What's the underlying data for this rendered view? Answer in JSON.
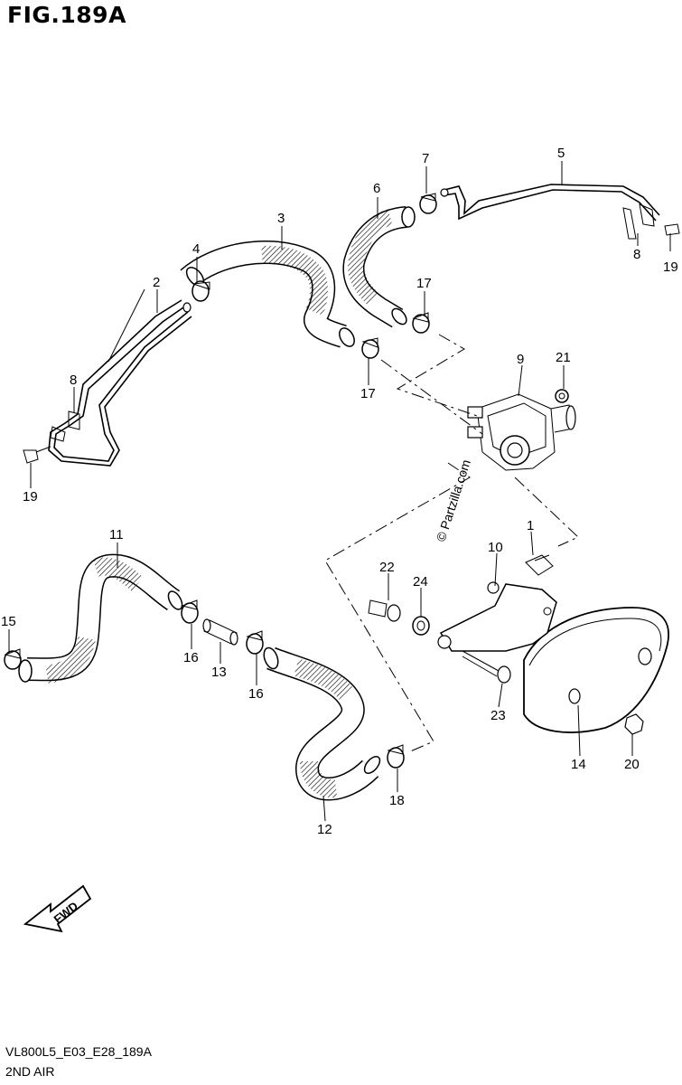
{
  "figure_title": "FIG.189A",
  "footer": {
    "code": "VL800L5_E03_E28_189A",
    "caption": "2ND AIR"
  },
  "watermark": "© Partzilla.com",
  "fwd_label": "FWD",
  "callouts": {
    "c1": "1",
    "c2": "2",
    "c3": "3",
    "c4": "4",
    "c5": "5",
    "c6": "6",
    "c7": "7",
    "c8a": "8",
    "c8b": "8",
    "c9": "9",
    "c10": "10",
    "c11": "11",
    "c12": "12",
    "c13": "13",
    "c14": "14",
    "c15": "15",
    "c16a": "16",
    "c16b": "16",
    "c17a": "17",
    "c17b": "17",
    "c18": "18",
    "c19a": "19",
    "c19b": "19",
    "c20": "20",
    "c21": "21",
    "c22": "22",
    "c23": "23",
    "c24": "24"
  },
  "colors": {
    "line": "#000000",
    "background": "#ffffff",
    "hatch": "#000000"
  }
}
